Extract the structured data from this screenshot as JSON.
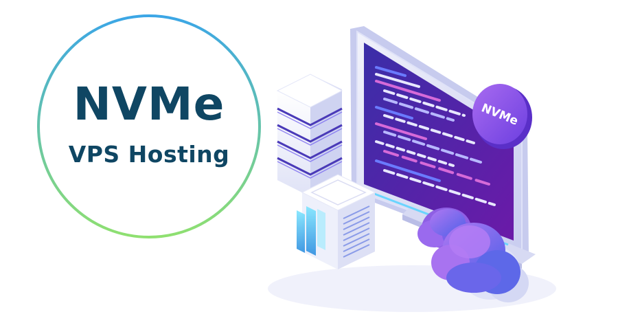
{
  "badge": {
    "title": "NVMe",
    "subtitle": "VPS Hosting"
  },
  "monitor": {
    "label": "NVMe"
  },
  "colors": {
    "badge_ring_top": "#3ba6e6",
    "badge_ring_bottom": "#8fe070",
    "badge_text": "#0f4663",
    "screen_top": "#3a2ea8",
    "screen_bottom": "#6b1aa8",
    "monitor_badge": "#8d55e6",
    "cloud": "#7b63f0"
  },
  "icons": {
    "server_rack": "server-rack-icon",
    "ssd_drive": "ssd-drive-icon",
    "clouds": "cloud-icon",
    "monitor": "monitor-icon"
  }
}
